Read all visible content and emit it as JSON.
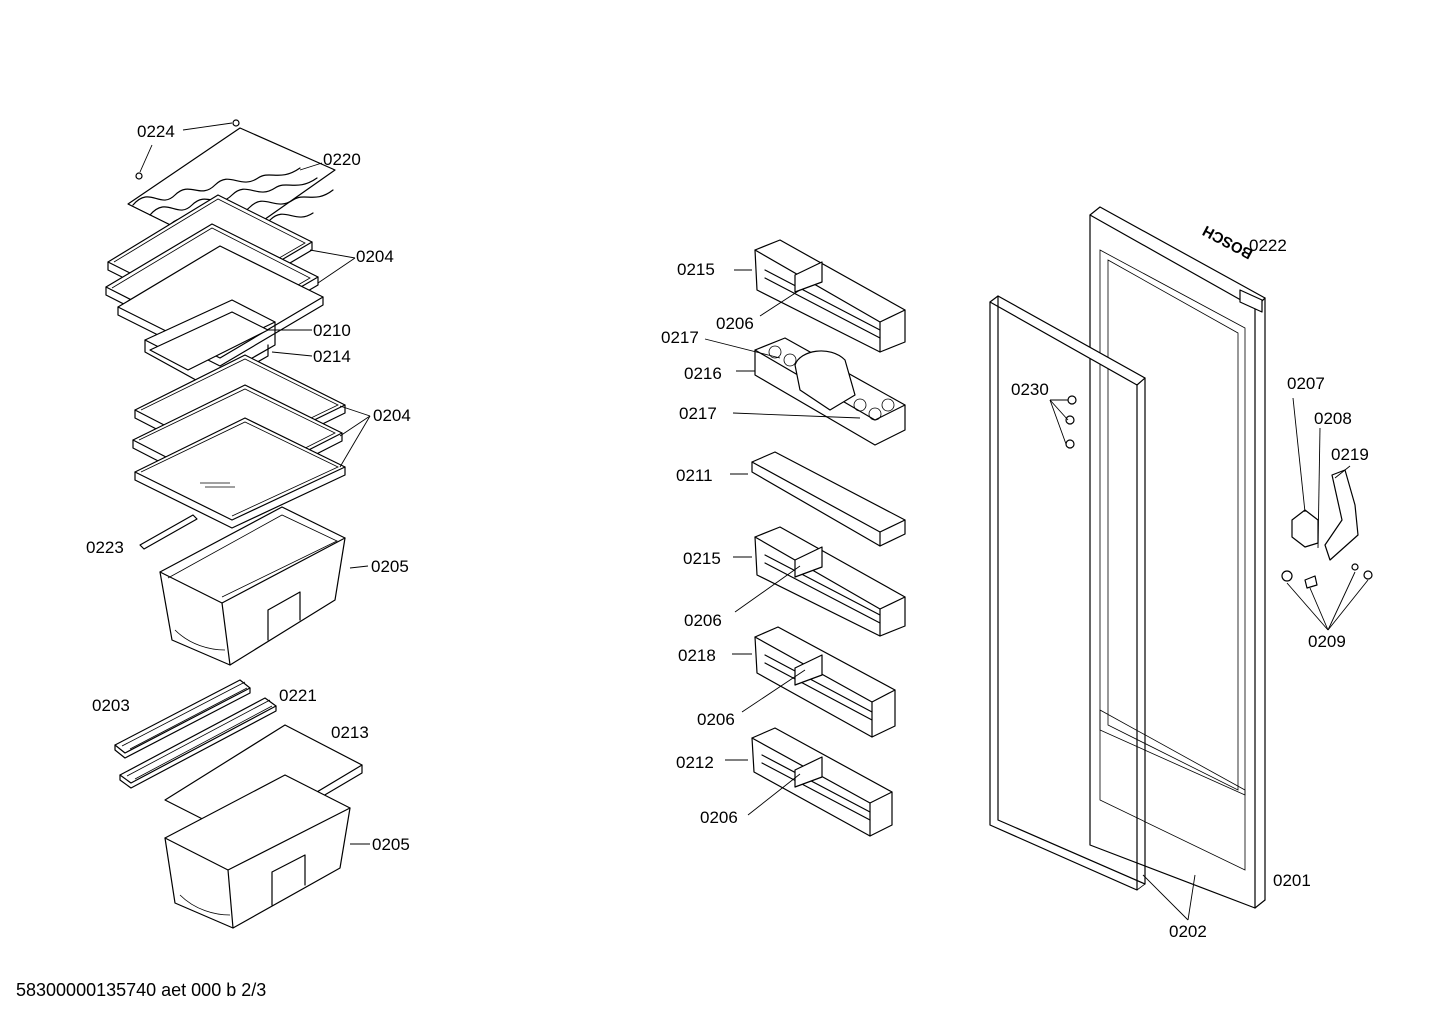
{
  "diagram": {
    "brand_mark": "BOSCH",
    "callouts": [
      {
        "id": "c0224",
        "label": "0224"
      },
      {
        "id": "c0220",
        "label": "0220"
      },
      {
        "id": "c0204a",
        "label": "0204"
      },
      {
        "id": "c0210",
        "label": "0210"
      },
      {
        "id": "c0214",
        "label": "0214"
      },
      {
        "id": "c0204b",
        "label": "0204"
      },
      {
        "id": "c0223",
        "label": "0223"
      },
      {
        "id": "c0205a",
        "label": "0205"
      },
      {
        "id": "c0203",
        "label": "0203"
      },
      {
        "id": "c0221",
        "label": "0221"
      },
      {
        "id": "c0213",
        "label": "0213"
      },
      {
        "id": "c0205b",
        "label": "0205"
      },
      {
        "id": "c0215a",
        "label": "0215"
      },
      {
        "id": "c0206a",
        "label": "0206"
      },
      {
        "id": "c0217a",
        "label": "0217"
      },
      {
        "id": "c0216",
        "label": "0216"
      },
      {
        "id": "c0217b",
        "label": "0217"
      },
      {
        "id": "c0211",
        "label": "0211"
      },
      {
        "id": "c0215b",
        "label": "0215"
      },
      {
        "id": "c0206b",
        "label": "0206"
      },
      {
        "id": "c0218",
        "label": "0218"
      },
      {
        "id": "c0206c",
        "label": "0206"
      },
      {
        "id": "c0212",
        "label": "0212"
      },
      {
        "id": "c0206d",
        "label": "0206"
      },
      {
        "id": "c0230",
        "label": "0230"
      },
      {
        "id": "c0222",
        "label": "0222"
      },
      {
        "id": "c0207",
        "label": "0207"
      },
      {
        "id": "c0208",
        "label": "0208"
      },
      {
        "id": "c0219",
        "label": "0219"
      },
      {
        "id": "c0209",
        "label": "0209"
      },
      {
        "id": "c0201",
        "label": "0201"
      },
      {
        "id": "c0202",
        "label": "0202"
      }
    ]
  },
  "footer": {
    "reference": "58300000135740 aet 000 b 2/3"
  }
}
